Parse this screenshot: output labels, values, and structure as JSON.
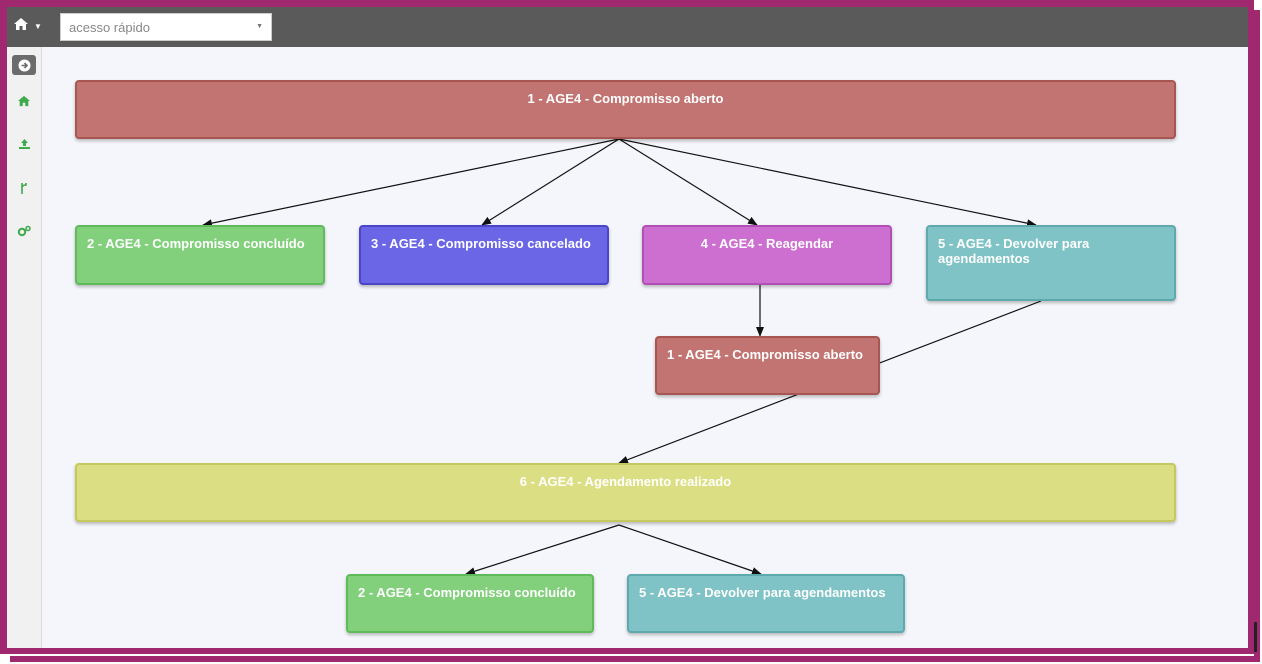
{
  "topbar": {
    "quick_access_placeholder": "acesso rápido"
  },
  "sidebar": {
    "items": [
      "toggle-icon",
      "home-icon",
      "upload-icon",
      "branch-icon",
      "settings-icon"
    ]
  },
  "colors": {
    "frame": "#a0286e",
    "topbar": "#5a5a5a",
    "icon_green": "#3daa4b",
    "open": "#c17471",
    "concluded": "#82d07c",
    "cancelled": "#6b66e6",
    "reschedule": "#cc6fd1",
    "return": "#7fc3c6",
    "scheduled": "#dbde82"
  },
  "flow": {
    "nodes": {
      "open_top": "1 - AGE4 - Compromisso aberto",
      "concluded_1": "2 - AGE4 - Compromisso concluído",
      "cancelled": "3 - AGE4 - Compromisso cancelado",
      "reschedule": "4 - AGE4 - Reagendar",
      "return_1": "5 - AGE4 - Devolver para agendamentos",
      "open_sub": "1 - AGE4 - Compromisso aberto",
      "scheduled": "6 - AGE4 - Agendamento realizado",
      "concluded_2": "2 - AGE4 - Compromisso concluído",
      "return_2": "5 - AGE4 - Devolver para agendamentos"
    }
  }
}
